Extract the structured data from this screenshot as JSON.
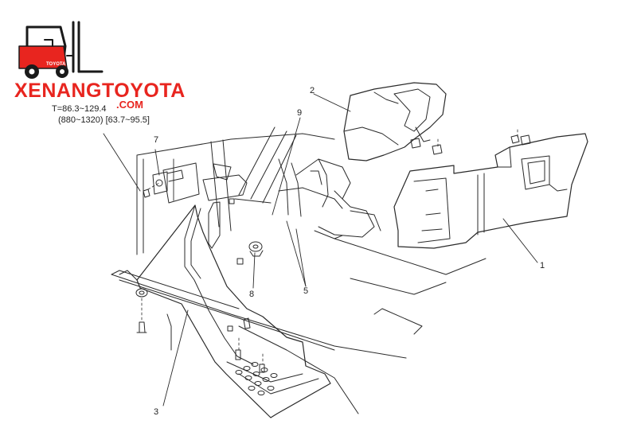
{
  "logo": {
    "brand": "XENANGTOYOTA",
    "domain": ".COM",
    "badge": "TOYOTA",
    "brand_color": "#e8251f",
    "icon": "forklift-icon"
  },
  "torque_spec": {
    "line1": "T=86.3~129.4",
    "line2": "(880~1320) [63.7~95.5]"
  },
  "callouts": [
    "1",
    "2",
    "3",
    "5",
    "7",
    "8",
    "9"
  ]
}
